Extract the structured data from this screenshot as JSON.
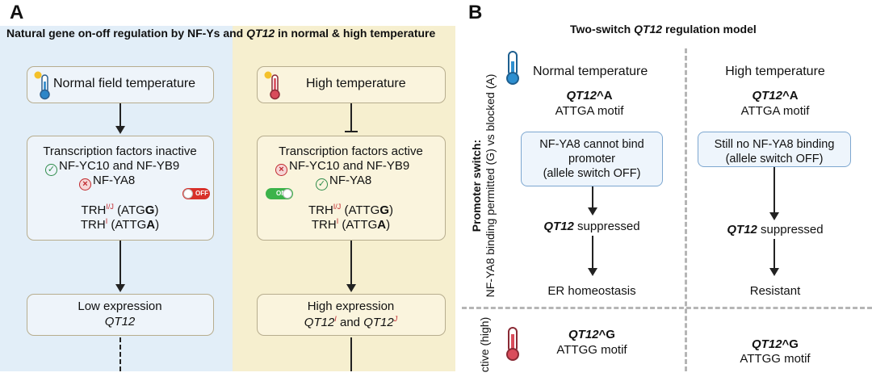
{
  "panel_a": {
    "letter": "A",
    "heading_pre": "Natural gene on-off regulation by NF-Ys and ",
    "heading_gene": "QT12",
    "heading_post": " in normal & high temperature",
    "normal": {
      "condition": "Normal field temperature",
      "tf_title": "Transcription factors inactive",
      "tf_active_item": "NF-YC10 and NF-YB9",
      "tf_inactive_item": "NF-YA8",
      "switch_label": "OFF",
      "trh1_name": "TRH",
      "trh1_sup": "I/J",
      "trh1_seq_pre": "(ATG",
      "trh1_seq_bold": "G",
      "trh1_seq_post": ")",
      "trh2_name": "TRH",
      "trh2_sup": "I",
      "trh2_seq_pre": "(ATTG",
      "trh2_seq_bold": "A",
      "trh2_seq_post": ")",
      "expression": "Low expression",
      "expression_gene": "QT12"
    },
    "high": {
      "condition": "High temperature",
      "tf_title": "Transcription factors active",
      "tf_inactive_item": "NF-YC10 and NF-YB9",
      "tf_active_item": "NF-YA8",
      "switch_label": "ON",
      "trh1_name": "TRH",
      "trh1_sup": "I/J",
      "trh1_seq_pre": "(ATTG",
      "trh1_seq_bold": "G",
      "trh1_seq_post": ")",
      "trh2_name": "TRH",
      "trh2_sup": "I",
      "trh2_seq_pre": "(ATTG",
      "trh2_seq_bold": "A",
      "trh2_seq_post": ")",
      "expression": "High expression",
      "gene1": "QT12",
      "gene1_sup": "I",
      "and": " and ",
      "gene2": "QT12",
      "gene2_sup": "J"
    }
  },
  "panel_b": {
    "letter": "B",
    "heading_pre": "Two-switch ",
    "heading_gene": "QT12",
    "heading_post": " regulation model",
    "side_label_bold": "Promoter switch:",
    "side_label_rest": "NF-YA8 binding permitted (G) vs blocked (A)",
    "side_label_bottom": "ctive (high)",
    "normal": {
      "header": "Normal temperature",
      "allele": "QT12",
      "allele_suffix": "^A",
      "motif": "ATTGA motif",
      "box_line1": "NF-YA8 cannot bind",
      "box_line2": "promoter",
      "box_line3": "(allele switch OFF)",
      "suppressed_gene": "QT12",
      "suppressed_text": " suppressed",
      "outcome": "ER homeostasis",
      "allele_g": "QT12",
      "allele_g_suffix": "^G",
      "motif_g": "ATTGG motif"
    },
    "high": {
      "header": "High temperature",
      "allele": "QT12",
      "allele_suffix": "^A",
      "motif": "ATTGA motif",
      "box_line1": "Still no NF-YA8 binding",
      "box_line2": "(allele switch OFF)",
      "suppressed_gene": "QT12",
      "suppressed_text": " suppressed",
      "outcome": "Resistant",
      "allele_g": "QT12",
      "allele_g_suffix": "^G",
      "motif_g": "ATTGG motif"
    }
  },
  "colors": {
    "left_panel_bg": "#e2eef8",
    "mid_panel_bg": "#f6efcf",
    "off_switch": "#d8302a",
    "on_switch": "#3cb34a",
    "check_green": "#2f8c4b",
    "cross_red": "#c0282d",
    "right_box_border": "#7da7d0"
  },
  "icons": [
    "thermometer-sun-icon",
    "thermometer-hot-icon",
    "check-circle-icon",
    "cross-circle-icon",
    "toggle-switch-icon"
  ]
}
